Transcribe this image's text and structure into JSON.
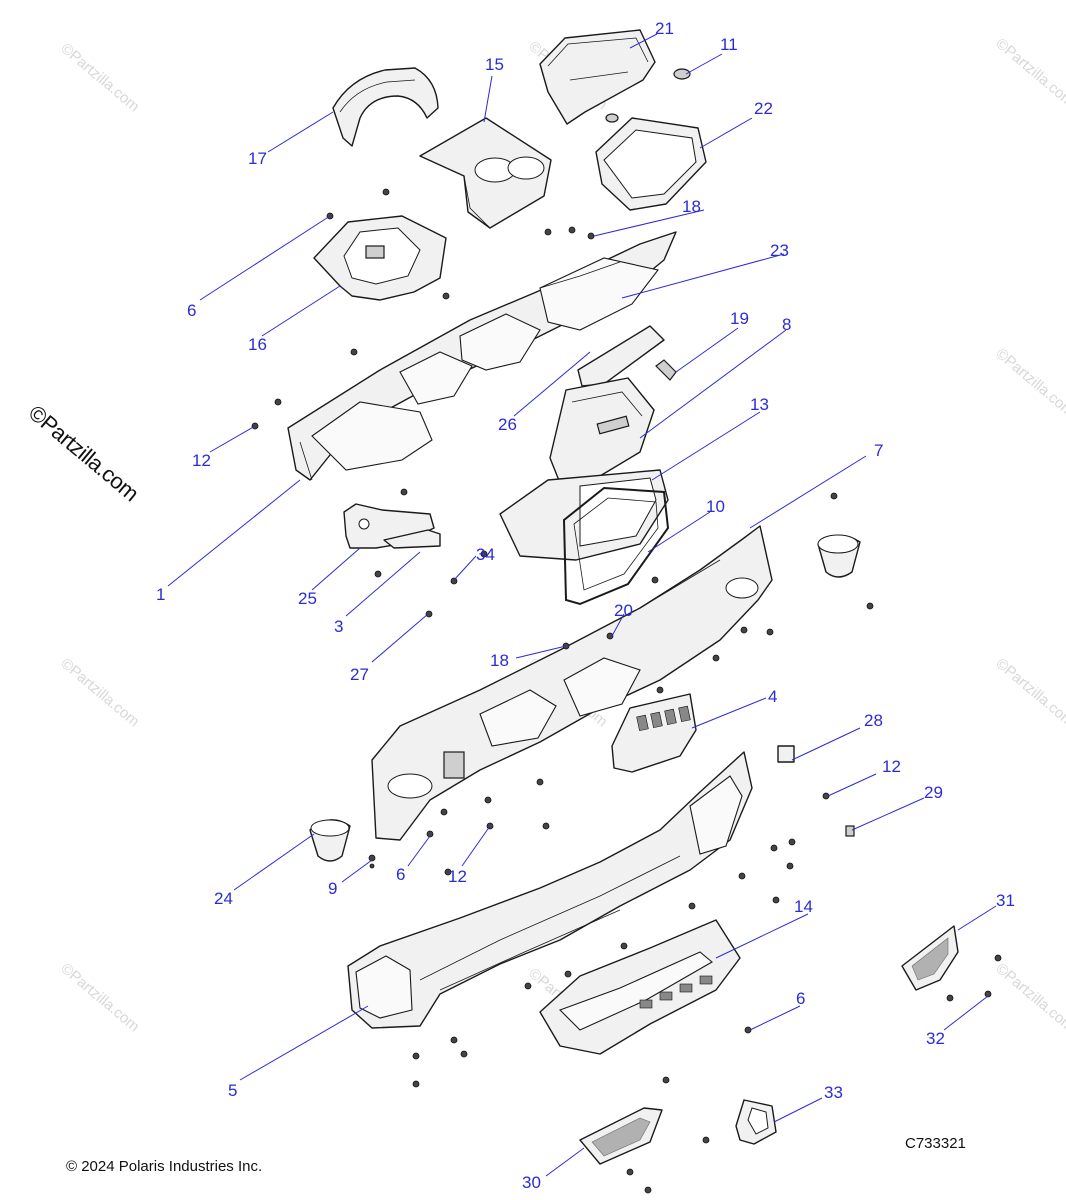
{
  "diagram": {
    "callouts": [
      {
        "id": "c1",
        "label": "1"
      },
      {
        "id": "c3",
        "label": "3"
      },
      {
        "id": "c4",
        "label": "4"
      },
      {
        "id": "c5",
        "label": "5"
      },
      {
        "id": "c6a",
        "label": "6"
      },
      {
        "id": "c6b",
        "label": "6"
      },
      {
        "id": "c6c",
        "label": "6"
      },
      {
        "id": "c7",
        "label": "7"
      },
      {
        "id": "c8",
        "label": "8"
      },
      {
        "id": "c9",
        "label": "9"
      },
      {
        "id": "c10",
        "label": "10"
      },
      {
        "id": "c11",
        "label": "11"
      },
      {
        "id": "c12a",
        "label": "12"
      },
      {
        "id": "c12b",
        "label": "12"
      },
      {
        "id": "c12c",
        "label": "12"
      },
      {
        "id": "c13",
        "label": "13"
      },
      {
        "id": "c14",
        "label": "14"
      },
      {
        "id": "c15",
        "label": "15"
      },
      {
        "id": "c16",
        "label": "16"
      },
      {
        "id": "c17",
        "label": "17"
      },
      {
        "id": "c18a",
        "label": "18"
      },
      {
        "id": "c18b",
        "label": "18"
      },
      {
        "id": "c19",
        "label": "19"
      },
      {
        "id": "c20",
        "label": "20"
      },
      {
        "id": "c21",
        "label": "21"
      },
      {
        "id": "c22",
        "label": "22"
      },
      {
        "id": "c23",
        "label": "23"
      },
      {
        "id": "c24",
        "label": "24"
      },
      {
        "id": "c25",
        "label": "25"
      },
      {
        "id": "c26",
        "label": "26"
      },
      {
        "id": "c27",
        "label": "27"
      },
      {
        "id": "c28",
        "label": "28"
      },
      {
        "id": "c29",
        "label": "29"
      },
      {
        "id": "c30",
        "label": "30"
      },
      {
        "id": "c31",
        "label": "31"
      },
      {
        "id": "c32",
        "label": "32"
      },
      {
        "id": "c33",
        "label": "33"
      },
      {
        "id": "c34",
        "label": "34"
      }
    ],
    "watermark_small": "©Partzilla.com",
    "watermark_large": "©Partzilla.com",
    "copyright": "© 2024 Polaris Industries Inc.",
    "drawing_code": "C733321",
    "colors": {
      "callout": "#2b2bd6",
      "line": "#1a1a1a",
      "watermark": "#d8d8d8"
    }
  }
}
